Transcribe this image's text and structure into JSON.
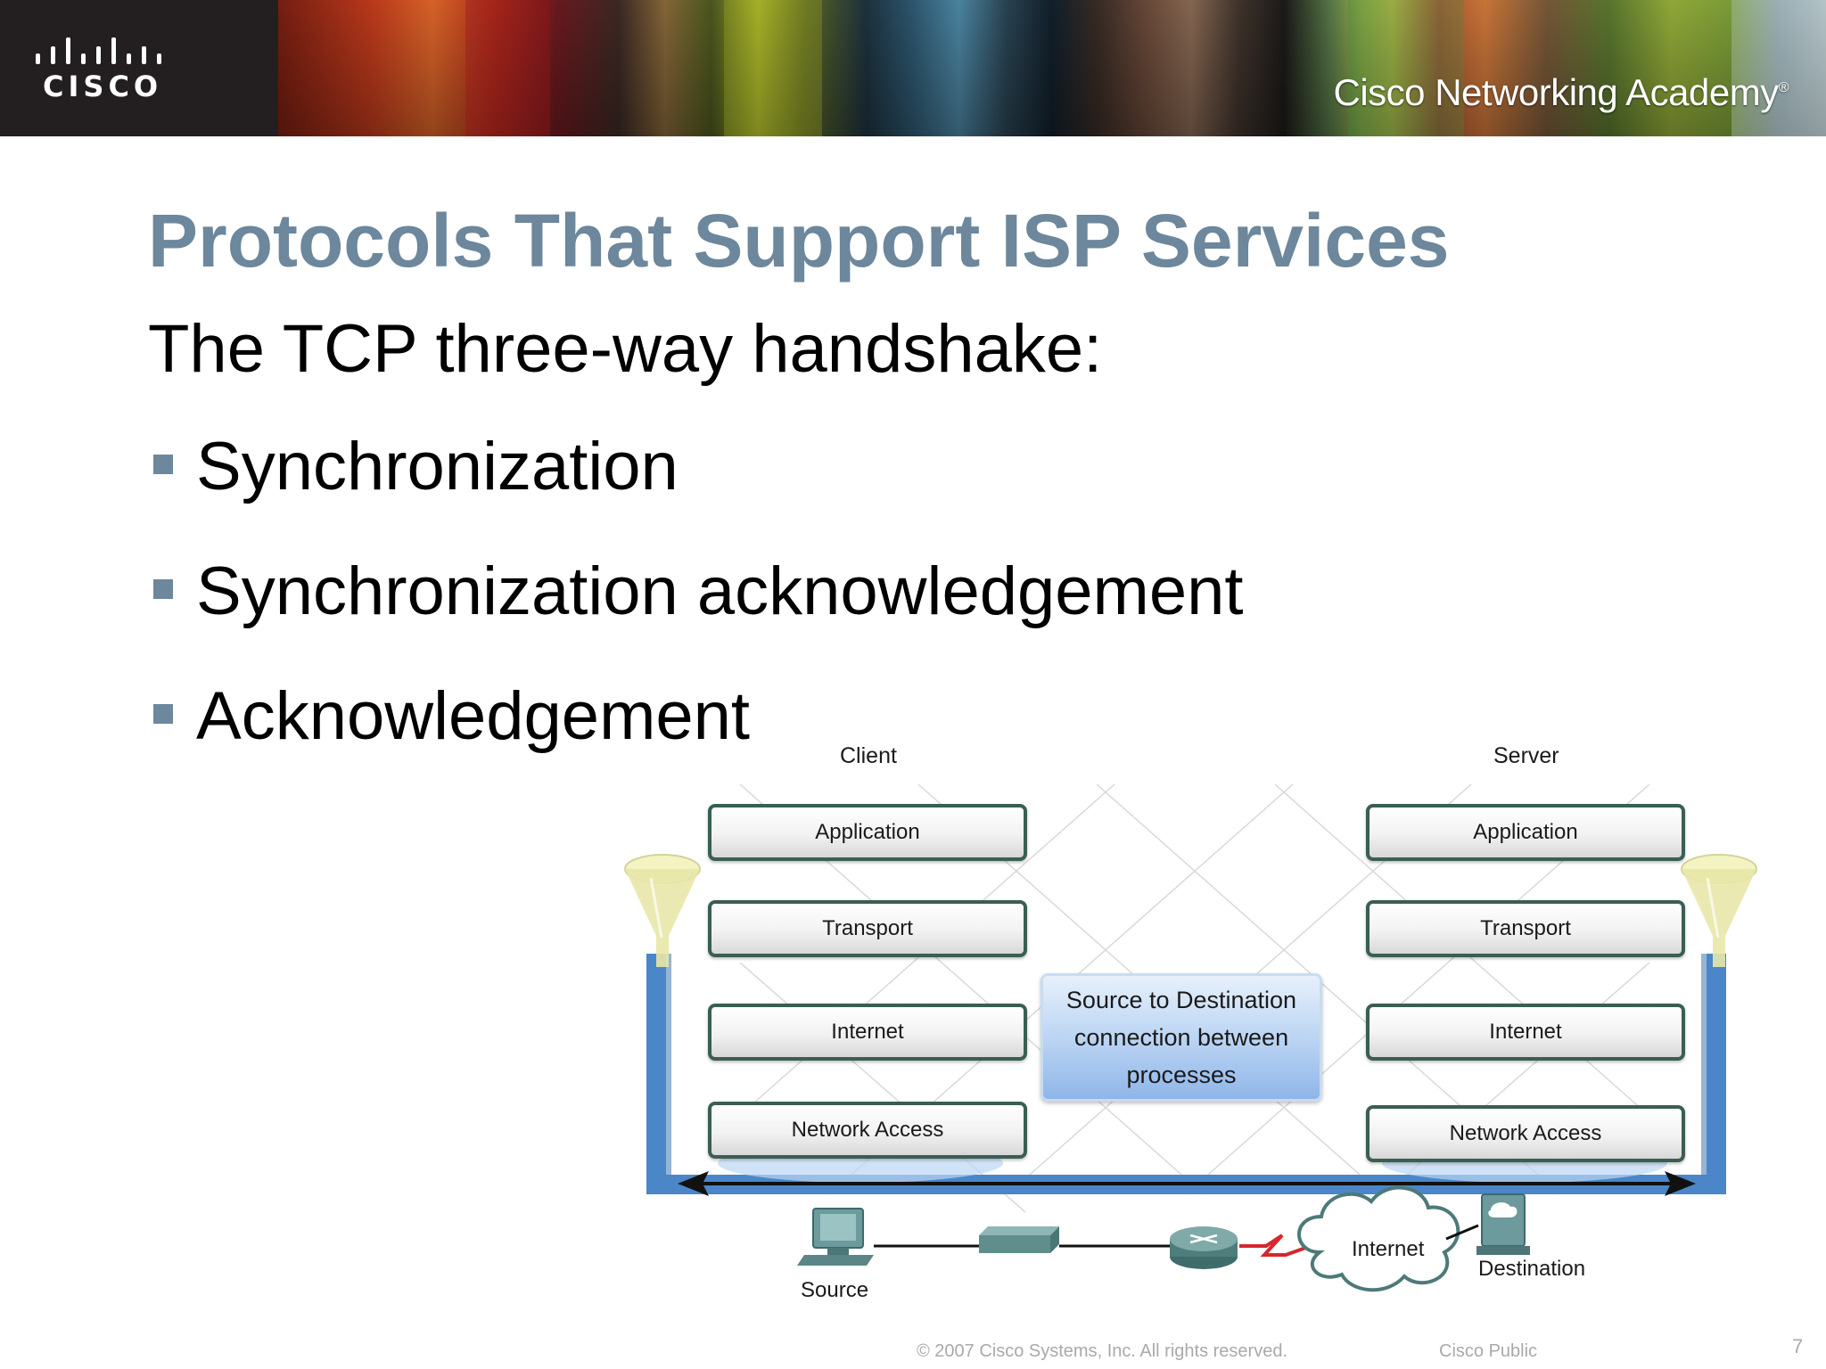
{
  "header": {
    "logo_text": "CISCO",
    "academy_text": "Cisco Networking Academy",
    "academy_mark": "®"
  },
  "slide": {
    "title": "Protocols That Support ISP Services",
    "subtitle": "The TCP three-way handshake:",
    "bullets": [
      {
        "label": "Synchronization"
      },
      {
        "label": "Synchronization acknowledgement"
      },
      {
        "label": "Acknowledgement"
      }
    ]
  },
  "diagram": {
    "client_label": "Client",
    "server_label": "Server",
    "client_layers": [
      "Application",
      "Transport",
      "Internet",
      "Network Access"
    ],
    "server_layers": [
      "Application",
      "Transport",
      "Internet",
      "Network Access"
    ],
    "center_text": "Source to Destination connection between processes",
    "source_label": "Source",
    "internet_label": "Internet",
    "destination_label": "Destination"
  },
  "footer": {
    "copyright": "© 2007 Cisco Systems, Inc. All rights reserved.",
    "classification": "Cisco Public",
    "page_number": "7"
  },
  "colors": {
    "title": "#6d879c",
    "bullet": "#6d879c",
    "pipe_blue": "#4a86c8",
    "layer_border": "#3b5e54"
  }
}
